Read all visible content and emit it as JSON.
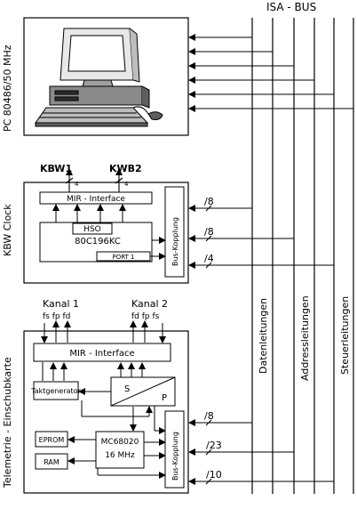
{
  "bus": {
    "title": "ISA - BUS"
  },
  "sections": {
    "pc": {
      "label": "PC 80486/50 MHz"
    },
    "kbw": {
      "label": "KBW Clock"
    },
    "tel": {
      "label": "Telemetrie - Einschubkarte"
    }
  },
  "kbw": {
    "out1": "KBW1",
    "out2": "KWB2",
    "width1": "4",
    "width2": "4",
    "mir": "MIR - Interface",
    "hso": "HSO",
    "cpu": "80C196KC",
    "port": "PORT 1",
    "bus_coupling": "Bus-Kopplung"
  },
  "tel": {
    "kanal1": "Kanal 1",
    "kanal2": "Kanal 2",
    "sig1": "fs fp fd",
    "sig2": "fd fp fs",
    "mir": "MIR - Interface",
    "takt": "Taktgenerator",
    "s": "S",
    "p": "P",
    "eprom": "EPROM",
    "ram": "RAM",
    "cpu": "MC68020",
    "freq": "16 MHz",
    "bus_coupling": "Bus-Kopplung"
  },
  "widths": {
    "kbw_8": "/8",
    "kbw_8b": "/8",
    "kbw_4": "/4",
    "tel_8": "/8",
    "tel_23": "/23",
    "tel_10": "/10"
  },
  "lines": {
    "data": "Datenleitungen",
    "addr": "Addressleitungen",
    "ctrl": "Steuerleitungen"
  }
}
